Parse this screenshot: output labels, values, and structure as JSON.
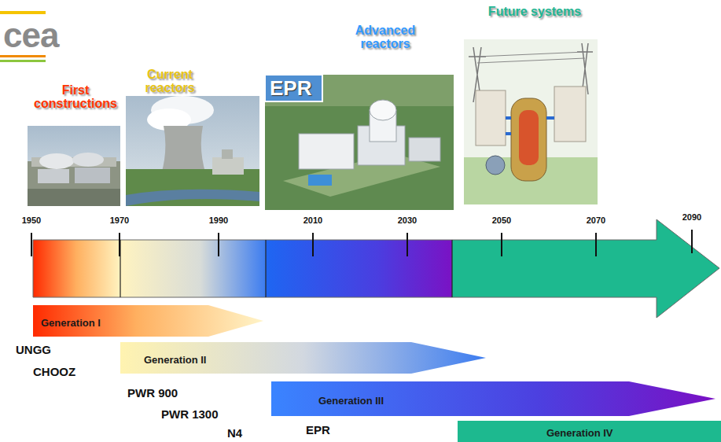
{
  "diagram": {
    "nodes": [
      {
        "text": [
          "Generation I"
        ]
      },
      {
        "text": [
          "Generation II"
        ]
      },
      {
        "text": [
          "Generation III"
        ]
      },
      {
        "text": [
          "Generation IV"
        ]
      }
    ],
    "labels": [
      "cea",
      "First constructions",
      "Current reactors",
      "Advanced reactors",
      "Future systems",
      "EPR",
      "1950",
      "1970",
      "1990",
      "2010",
      "2030",
      "2050",
      "2070",
      "2090",
      "UNGG",
      "CHOOZ",
      "PWR 900",
      "PWR 1300",
      "N4",
      "EPR"
    ]
  }
}
